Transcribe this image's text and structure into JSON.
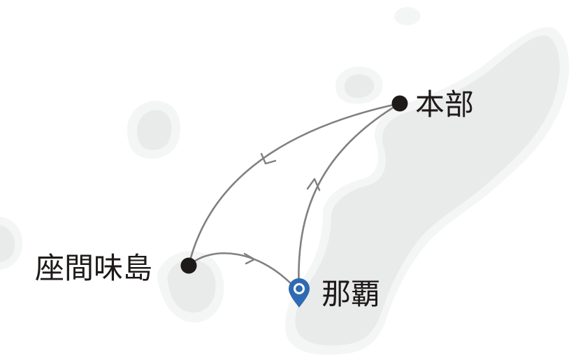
{
  "map": {
    "colors": {
      "land": "#e9eaea",
      "land_halo": "#f4f5f5",
      "route": "#808080",
      "point": "#1e1a19",
      "pin": "#2f6bb2",
      "text": "#1e1a19"
    },
    "places": {
      "motobu": {
        "label": "本部",
        "marker": "dot-marker"
      },
      "zamami": {
        "label": "座間味島",
        "marker": "dot-marker"
      },
      "naha": {
        "label": "那覇",
        "marker": "location-pin-icon"
      }
    },
    "routes": [
      {
        "from": "本部",
        "to": "座間味島"
      },
      {
        "from": "座間味島",
        "to": "那覇"
      },
      {
        "from": "那覇",
        "to": "本部"
      }
    ]
  }
}
